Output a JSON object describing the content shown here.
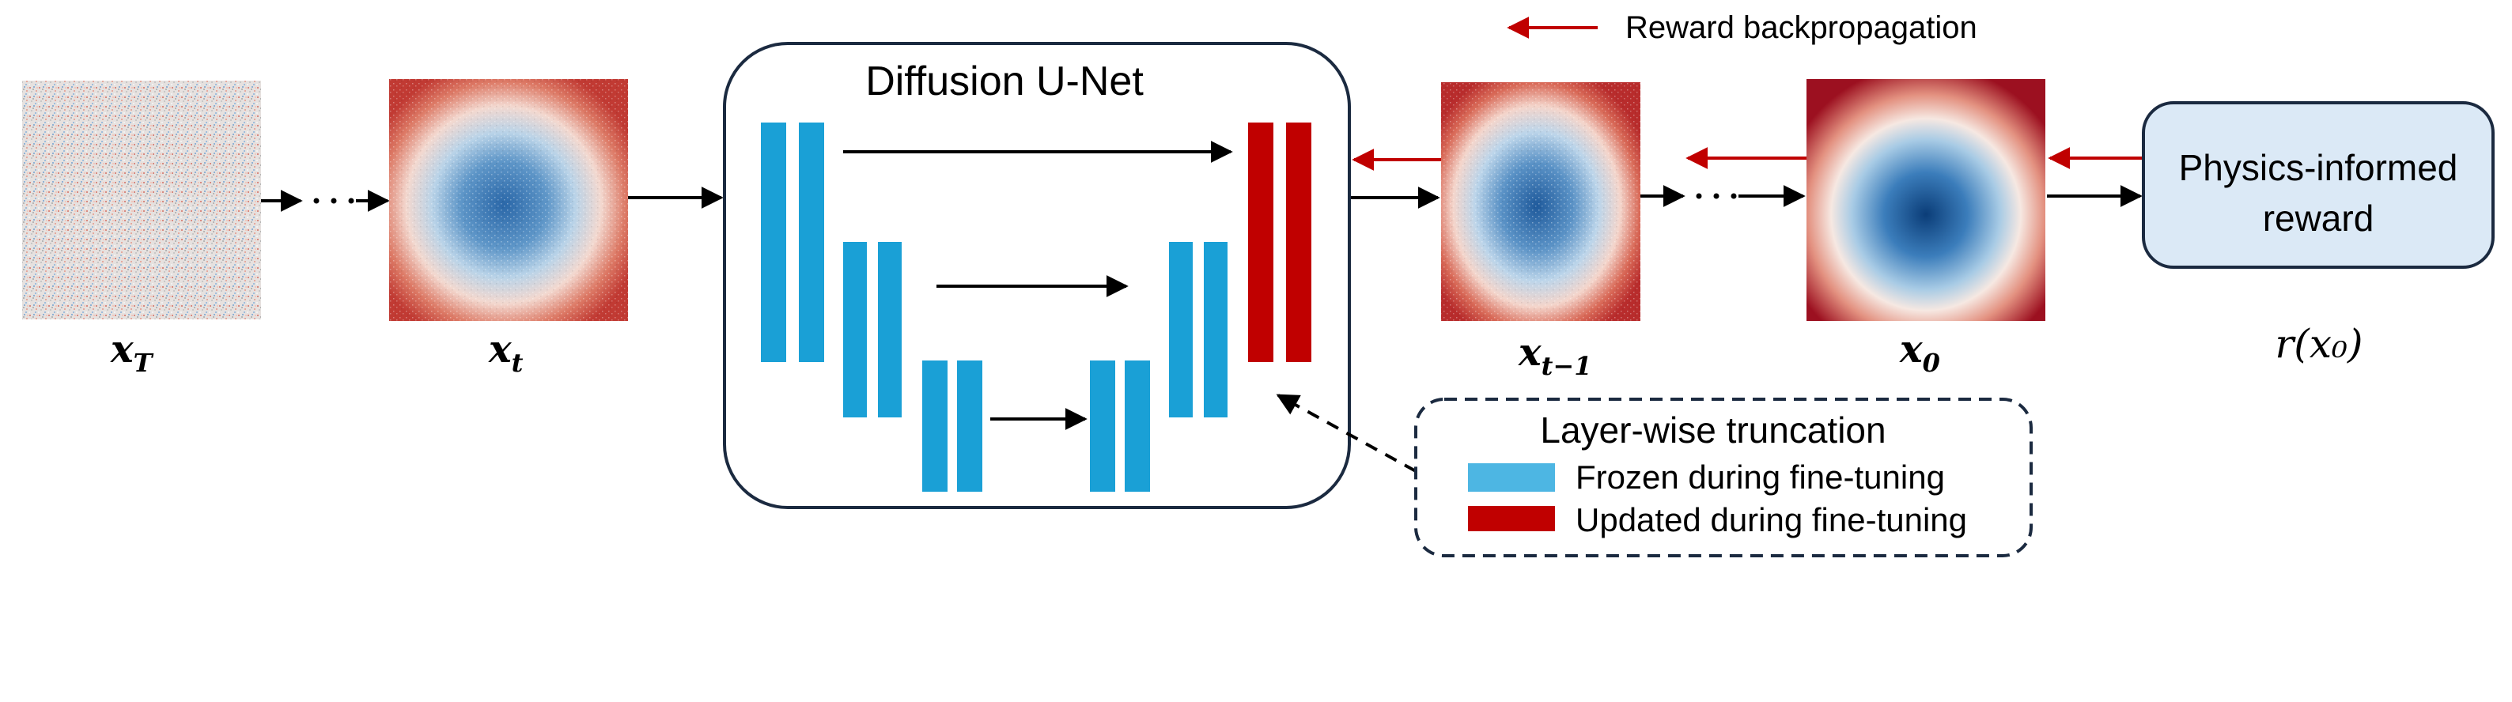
{
  "title": "Diffusion U-Net",
  "legend_reward": "Reward backpropagation",
  "reward_box": {
    "line1": "Physics-informed",
    "line2": "reward"
  },
  "truncation": {
    "title": "Layer-wise truncation",
    "frozen": "Frozen during fine-tuning",
    "updated": "Updated during fine-tuning"
  },
  "labels": {
    "xT_base": "x",
    "xT_sub": "T",
    "xt_base": "x",
    "xt_sub": "t",
    "xt1_base": "x",
    "xt1_sub": "t−1",
    "x0_base": "x",
    "x0_sub": "0",
    "reward_fn": "r(x₀)"
  },
  "colors": {
    "frozen": "#1aa0d6",
    "updated": "#c00000",
    "reward_arrow": "#c00000",
    "reward_box_fill": "#dbe9f6",
    "outline": "#1b2a40"
  }
}
